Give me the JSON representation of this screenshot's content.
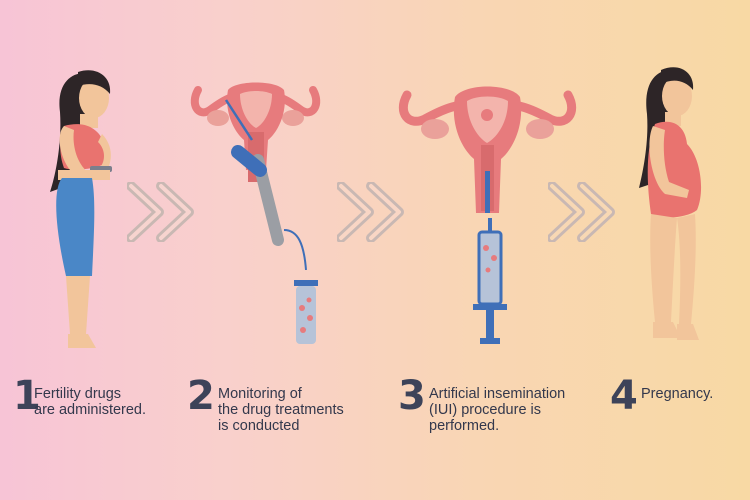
{
  "steps": [
    {
      "number": "1",
      "lines": [
        "Fertility drugs",
        "are administered."
      ]
    },
    {
      "number": "2",
      "lines": [
        "Monitoring of",
        "the drug treatments",
        "is conducted"
      ]
    },
    {
      "number": "3",
      "lines": [
        "Artificial insemination",
        "(IUI) procedure is",
        "performed."
      ]
    },
    {
      "number": "4",
      "lines": [
        "Pregnancy."
      ]
    }
  ],
  "icons": [
    "woman-taking-pills-icon",
    "chevron-double-right-icon",
    "uterus-ultrasound-probe-icon",
    "test-tube-icon",
    "uterus-icon",
    "syringe-icon",
    "pregnant-woman-icon"
  ],
  "colors": {
    "step_number": "#3d4359",
    "uterus": "#e77b7d",
    "probe": "#9b9ea4",
    "syringe_blue": "#3f6fb8",
    "skin": "#f2c59b",
    "top_coral": "#e9736f",
    "pants_blue": "#4a87c7",
    "hair": "#2d2527"
  }
}
